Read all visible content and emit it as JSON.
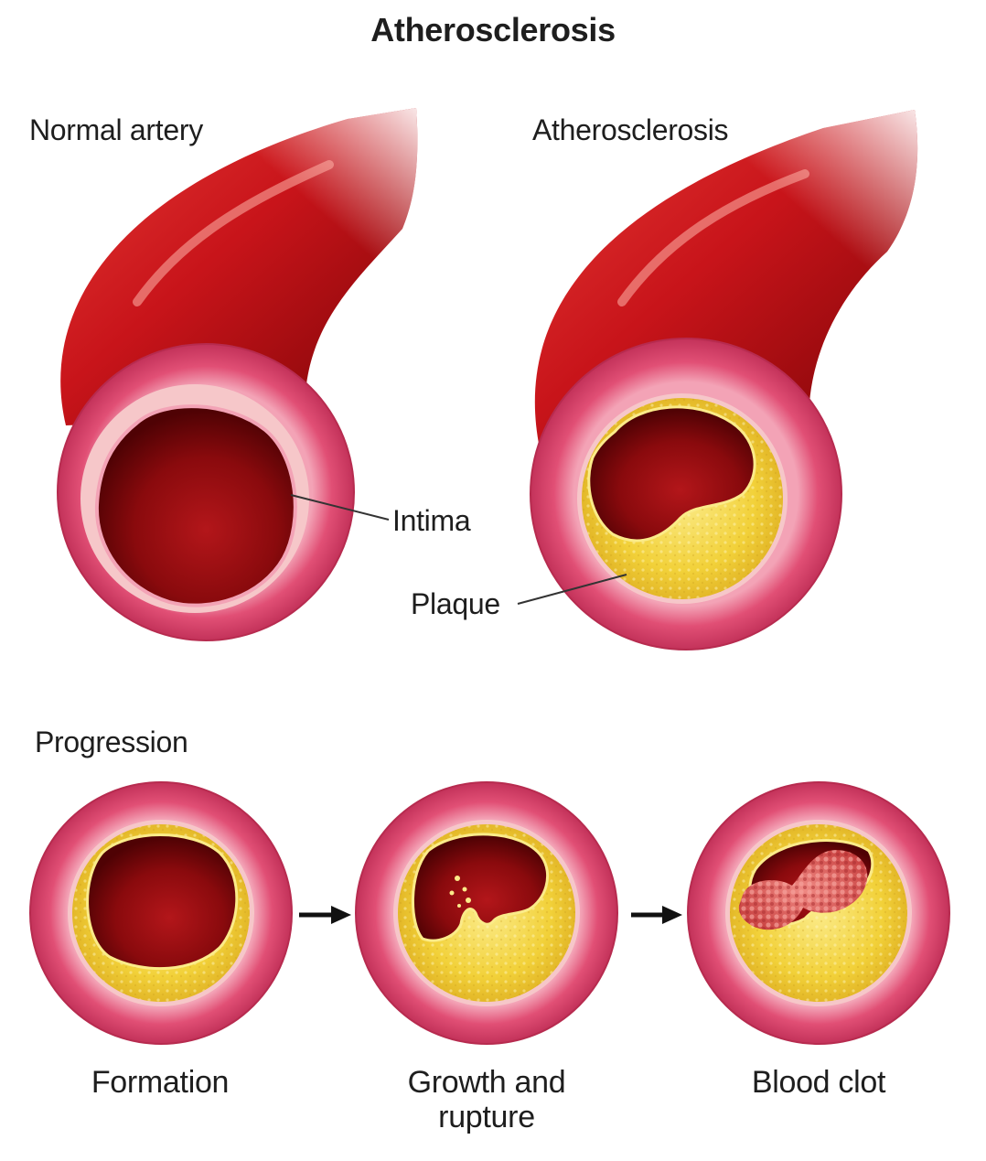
{
  "title": "Atherosclerosis",
  "panels": {
    "normal_label": "Normal artery",
    "diseased_label": "Atherosclerosis"
  },
  "callouts": {
    "intima": "Intima",
    "plaque": "Plaque"
  },
  "progression": {
    "heading": "Progression",
    "stages": [
      {
        "line1": "Formation",
        "line2": ""
      },
      {
        "line1": "Growth and",
        "line2": "rupture"
      },
      {
        "line1": "Blood clot",
        "line2": ""
      }
    ]
  },
  "colors": {
    "vessel": "#c8141a",
    "vessel_dark": "#7a0406",
    "wall": "#e14f75",
    "wall_light": "#f3a3b6",
    "lumen": "#8a0a0d",
    "plaque": "#f2d139",
    "clot": "#d85a58"
  },
  "icons": [
    "arrow-right-icon",
    "arrow-right-icon"
  ]
}
